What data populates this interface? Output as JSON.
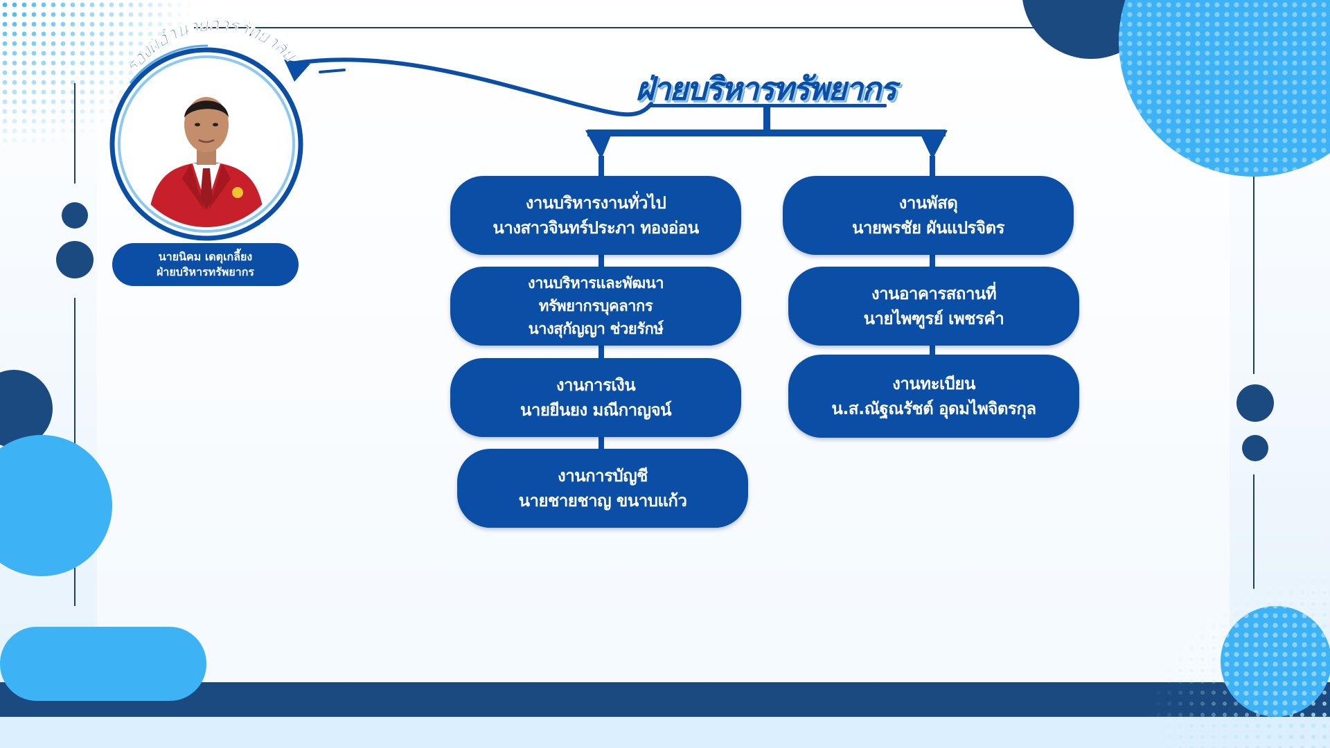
{
  "title": "ฝ่ายบริหารทรัพยากร",
  "leader": {
    "position": "รองผู้อำนวยการวิทยาลัย",
    "name": "นายนิคม เดตุเกลี้ยง",
    "division": "ฝ่ายบริหารทรัพยากร"
  },
  "units_left": [
    {
      "lines": [
        "งานบริหารงานทั่วไป",
        "นางสาวจินทร์ประภา ทองอ่อน"
      ]
    },
    {
      "lines": [
        "งานบริหารและพัฒนา",
        "ทรัพยากรบุคลากร",
        "นางสุกัญญา  ช่วยรักษ์"
      ]
    },
    {
      "lines": [
        "งานการเงิน",
        "นายยีนยง มณีกาญจน์"
      ]
    },
    {
      "lines": [
        "งานการบัญชี",
        "นายชายชาญ ขนาบแก้ว"
      ]
    }
  ],
  "units_right": [
    {
      "lines": [
        "งานพัสดุ",
        "นายพรชัย ผันแปรจิตร"
      ]
    },
    {
      "lines": [
        "งานอาคารสถานที่",
        "นายไพฑูรย์ เพชรคำ"
      ]
    },
    {
      "lines": [
        "งานทะเบียน",
        "น.ส.ณัฐณรัชต์ อุดมไพจิตรกุล"
      ]
    }
  ],
  "colors": {
    "primary": "#0a4ea6",
    "navy": "#1a4a80",
    "sky": "#3db3f5"
  }
}
